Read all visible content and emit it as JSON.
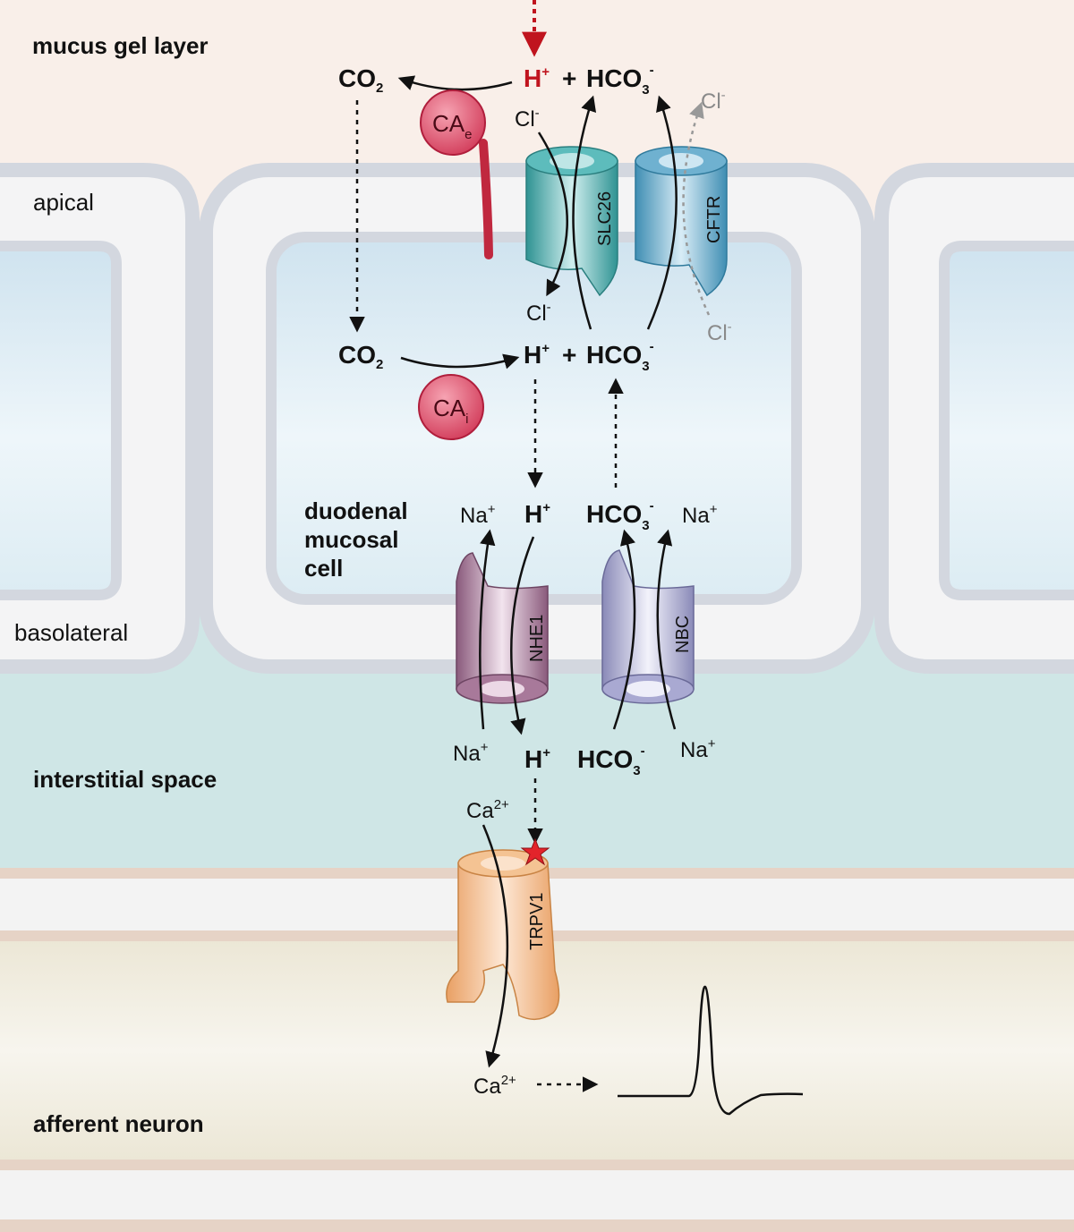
{
  "regions": {
    "mucus": "mucus gel layer",
    "apical": "apical",
    "basolateral": "basolateral",
    "interstitial": "interstitial space",
    "neuron": "afferent neuron"
  },
  "cell_label": [
    "duodenal",
    "mucosal",
    "cell"
  ],
  "enzymes": {
    "extracellular": {
      "main": "CA",
      "sub": "e"
    },
    "intracellular": {
      "main": "CA",
      "sub": "i"
    }
  },
  "channels": {
    "slc26": "SLC26",
    "cftr": "CFTR",
    "nhe1": "NHE1",
    "nbc": "NBC",
    "trpv1": "TRPV1"
  },
  "species": {
    "co2": {
      "main": "CO",
      "sub": "2"
    },
    "h": {
      "main": "H",
      "sup": "+"
    },
    "hco3": {
      "main": "HCO",
      "sub": "3",
      "sup": "-"
    },
    "plus": "+",
    "cl": {
      "main": "Cl",
      "sup": "-"
    },
    "na": {
      "main": "Na",
      "sup": "+"
    },
    "ca": {
      "main": "Ca",
      "sup": "2+"
    }
  },
  "colors": {
    "mucus_bg": "#f9efe9",
    "membrane": "#d7dbe3",
    "cell_interior": "#dbecf4",
    "interstitial_bg": "#cfe6e6",
    "neuron_bg": "#efece0",
    "neuron_border": "#e3d0c2",
    "acid_red": "#c0141e",
    "enzyme": "#e25a72",
    "slc26": "#3ba6a6",
    "cftr": "#4d9cbf",
    "nhe1": "#9a6a8a",
    "nbc": "#9a9ac8",
    "trpv1": "#f0b27d"
  }
}
